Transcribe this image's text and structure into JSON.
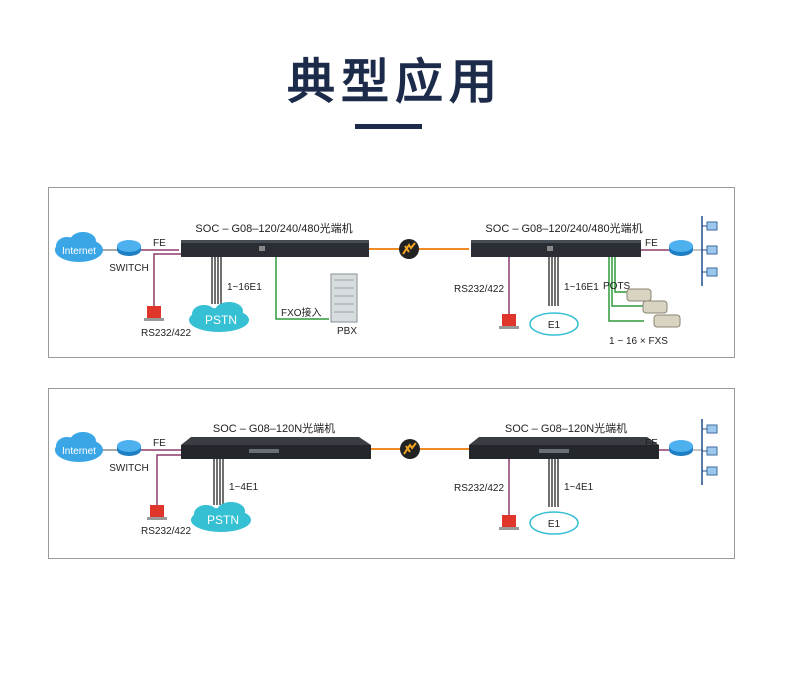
{
  "page_title": "典型应用",
  "diagrams": [
    {
      "left_device": "SOC – G08–120/240/480光端机",
      "right_device": "SOC – G08–120/240/480光端机",
      "internet": "Internet",
      "switch": "SWITCH",
      "fe_left": "FE",
      "fe_right": "FE",
      "rs_left": "RS232/422",
      "rs_right": "RS232/422",
      "e1_left": "1~16E1",
      "e1_right": "1~16E1",
      "pstn": "PSTN",
      "e1_cloud": "E1",
      "fxo": "FXO接入",
      "pbx": "PBX",
      "pots": "POTS",
      "fxs": "1 ~ 16 × FXS"
    },
    {
      "left_device": "SOC – G08–120N光端机",
      "right_device": "SOC – G08–120N光端机",
      "internet": "Internet",
      "switch": "SWITCH",
      "fe_left": "FE",
      "fe_right": "FE",
      "rs_left": "RS232/422",
      "rs_right": "RS232/422",
      "e1_left": "1~4E1",
      "e1_right": "1~4E1",
      "pstn": "PSTN",
      "e1_cloud": "E1"
    }
  ],
  "colors": {
    "title": "#1d2b4a",
    "fiber": "#f08a24",
    "ethernet": "#8e3a6b",
    "e1_lines": "#111111",
    "fxo_lines": "#2e9a3c",
    "pstn_cloud": "#35c0d4",
    "internet_cloud": "#3aa6e6",
    "rs232_device": "#e0352b"
  }
}
